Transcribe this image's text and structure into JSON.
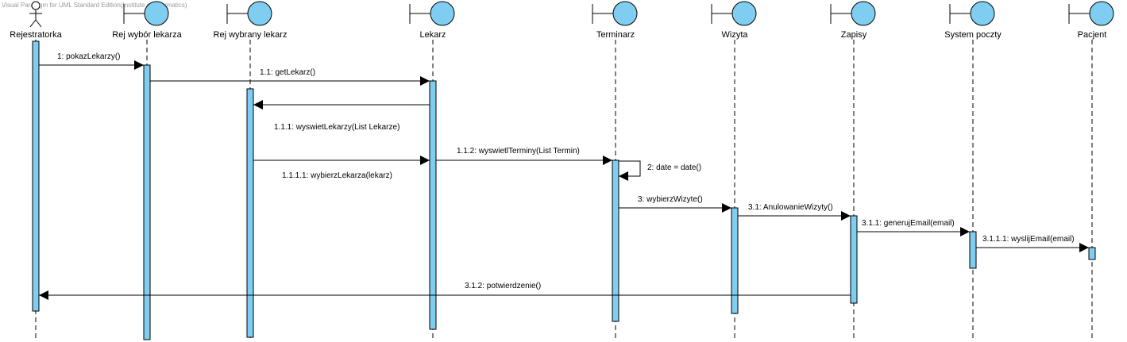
{
  "watermark": "Visual Paradigm for UML Standard Edition(Institute of Informatics)",
  "colors": {
    "activation_fill": "#7fcdf0",
    "boundary_fill": "#7fcdf0",
    "line": "#000000"
  },
  "participants": [
    {
      "id": "rejestratorka",
      "kind": "actor",
      "label": "Rejestratorka",
      "icon": "actor-icon"
    },
    {
      "id": "rej-wybor",
      "kind": "boundary",
      "label": "Rej wybór lekarza",
      "icon": "boundary-icon"
    },
    {
      "id": "rej-wybrany",
      "kind": "boundary",
      "label": "Rej wybrany lekarz",
      "icon": "boundary-icon"
    },
    {
      "id": "lekarz",
      "kind": "boundary",
      "label": "Lekarz",
      "icon": "boundary-icon"
    },
    {
      "id": "terminarz",
      "kind": "boundary",
      "label": "Terminarz",
      "icon": "boundary-icon"
    },
    {
      "id": "wizyta",
      "kind": "boundary",
      "label": "Wizyta",
      "icon": "boundary-icon"
    },
    {
      "id": "zapisy",
      "kind": "boundary",
      "label": "Zapisy",
      "icon": "boundary-icon"
    },
    {
      "id": "system-poczty",
      "kind": "boundary",
      "label": "System poczty",
      "icon": "boundary-icon"
    },
    {
      "id": "pacjent",
      "kind": "boundary",
      "label": "Pacjent",
      "icon": "boundary-icon"
    }
  ],
  "messages": [
    {
      "from": "rejestratorka",
      "to": "rej-wybor",
      "label": "1: pokazLekarzy()"
    },
    {
      "from": "rej-wybor",
      "to": "lekarz",
      "label": "1.1: getLekarz()"
    },
    {
      "from": "lekarz",
      "to": "rej-wybrany",
      "label": "1.1.1: wyswietLekarzy(List Lekarze)"
    },
    {
      "from": "lekarz",
      "to": "terminarz",
      "label": "1.1.2: wyswietlTerminy(List Termin)"
    },
    {
      "from": "rej-wybrany",
      "to": "lekarz",
      "label": "1.1.1.1: wybierzLekarza(lekarz)"
    },
    {
      "from": "terminarz",
      "to": "terminarz",
      "label": "2: date = date()"
    },
    {
      "from": "terminarz",
      "to": "wizyta",
      "label": "3: wybierzWizyte()"
    },
    {
      "from": "wizyta",
      "to": "zapisy",
      "label": "3.1: AnulowanieWizyty()"
    },
    {
      "from": "zapisy",
      "to": "system-poczty",
      "label": "3.1.1: generujEmail(email)"
    },
    {
      "from": "system-poczty",
      "to": "pacjent",
      "label": "3.1.1.1: wyslijEmail(email)"
    },
    {
      "from": "zapisy",
      "to": "rejestratorka",
      "label": "3.1.2: potwierdzenie()"
    }
  ]
}
